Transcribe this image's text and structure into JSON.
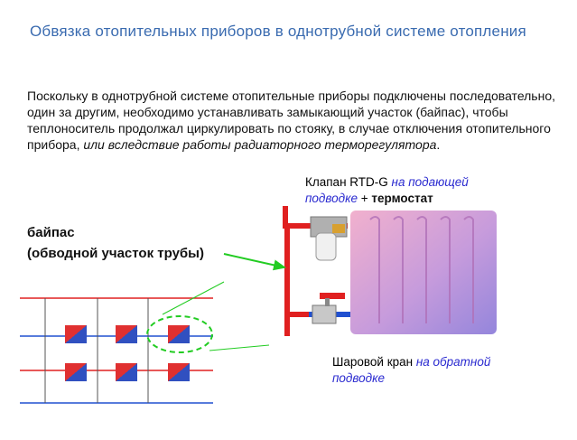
{
  "title": "Обвязка отопительных приборов в однотрубной системе отопления",
  "intro": {
    "normal": "Поскольку  в однотрубной системе  отопительные приборы подключены последовательно, один за другим,  необходимо устанавливать замыкающий участок (байпас), чтобы теплоноситель продолжал циркулировать по стояку, в случае отключения отопительного прибора,",
    "italic": " или вследствие работы радиаторного терморегулятора",
    "end": "."
  },
  "valve_label": {
    "line1": "Клапан RTD-G ",
    "line1_italic": "на подающей",
    "line2_italic": "подводке",
    "line2_plus": " + ",
    "line2_bold": "термостат"
  },
  "ball_valve_label": {
    "line1": "Шаровой кран ",
    "line1_italic": "на обратной",
    "line2_italic": "подводке"
  },
  "bypass_label": {
    "line1": "байпас",
    "line2": "(обводной участок трубы)"
  },
  "colors": {
    "title": "#3a6bb0",
    "pipe_supply": "#e02020",
    "pipe_return": "#2050d0",
    "arrow": "#22cc22"
  }
}
